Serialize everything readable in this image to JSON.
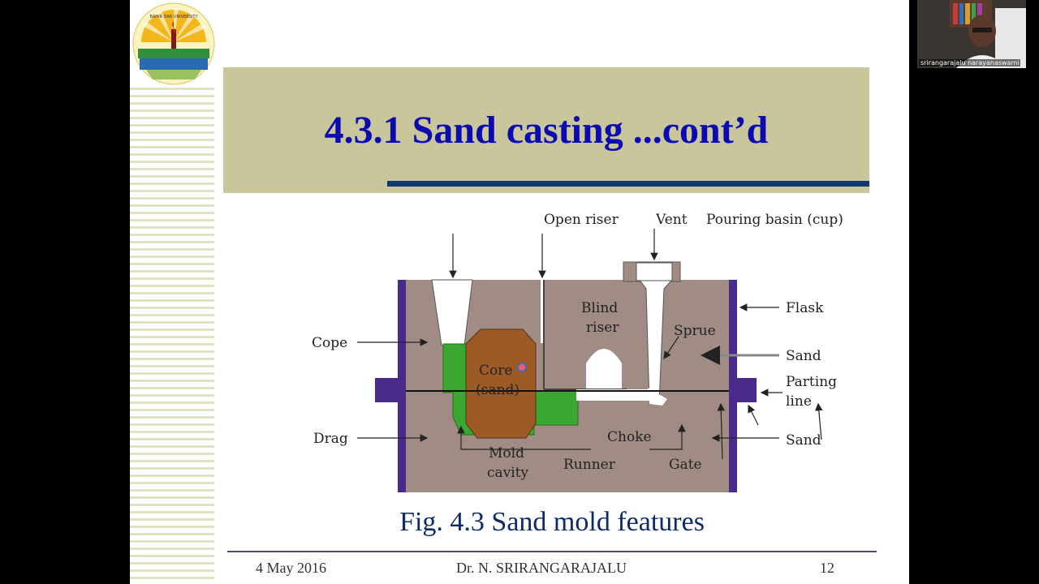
{
  "slide": {
    "title": "4.3.1 Sand casting ...cont’d",
    "caption": "Fig. 4.3  Sand mold features",
    "footer": {
      "date": "4 May 2016",
      "author": "Dr. N. SRIRANGARAJALU",
      "page_number": "12"
    },
    "logo": {
      "icon": "university-emblem-icon",
      "text": "BAHIR DAR UNIVERSITY"
    }
  },
  "figure": {
    "labels": {
      "open_riser": "Open  riser",
      "vent": "Vent",
      "pouring_basin": "Pouring  basin  (cup)",
      "flask": "Flask",
      "cope": "Cope",
      "blind_riser_1": "Blind",
      "blind_riser_2": "riser",
      "sprue": "Sprue",
      "sand_top": "Sand",
      "parting_line_1": "Parting",
      "parting_line_2": "line",
      "core_1": "Core",
      "core_2": "(sand)",
      "drag": "Drag",
      "mold_cavity_1": "Mold",
      "mold_cavity_2": "cavity",
      "runner": "Runner",
      "choke": "Choke",
      "gate": "Gate",
      "sand_bottom": "Sand"
    },
    "colors": {
      "sand": "#a08c84",
      "core": "#9c5a26",
      "cavity": "#3aa830",
      "flask": "#4a2a8a"
    }
  },
  "webcam": {
    "participant_name": "srirangarajalu narayanaswami"
  }
}
